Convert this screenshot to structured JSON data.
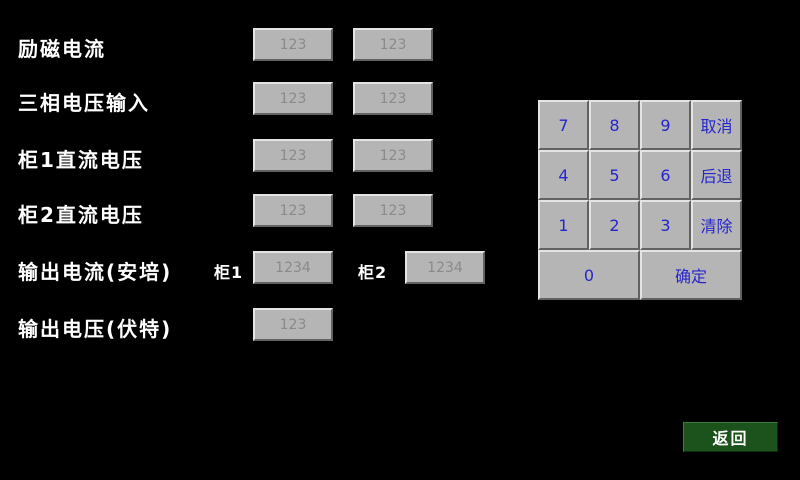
{
  "rows": {
    "excitation_current": {
      "label": "励磁电流",
      "value1": "123",
      "value2": "123"
    },
    "three_phase_voltage_input": {
      "label": "三相电压输入",
      "value1": "123",
      "value2": "123"
    },
    "cabinet1_dc_voltage": {
      "label": "柜1直流电压",
      "value1": "123",
      "value2": "123"
    },
    "cabinet2_dc_voltage": {
      "label": "柜2直流电压",
      "value1": "123",
      "value2": "123"
    },
    "output_current": {
      "label": "输出电流(安培)",
      "cabinet1_label": "柜1",
      "cabinet1_value": "1234",
      "cabinet2_label": "柜2",
      "cabinet2_value": "1234"
    },
    "output_voltage": {
      "label": "输出电压(伏特)",
      "value1": "123"
    }
  },
  "keypad": {
    "seven": "7",
    "eight": "8",
    "nine": "9",
    "cancel": "取消",
    "four": "4",
    "five": "5",
    "six": "6",
    "backspace": "后退",
    "one": "1",
    "two": "2",
    "three": "3",
    "clear": "清除",
    "zero": "0",
    "confirm": "确定"
  },
  "back_button_label": "返回",
  "colors": {
    "background": "#000000",
    "field_background": "#b5b5b5",
    "field_text": "#8a8a8a",
    "label_text": "#ffffff",
    "keypad_text": "#2525cd",
    "back_button_background": "#1c521c",
    "back_button_text": "#ffffff"
  }
}
